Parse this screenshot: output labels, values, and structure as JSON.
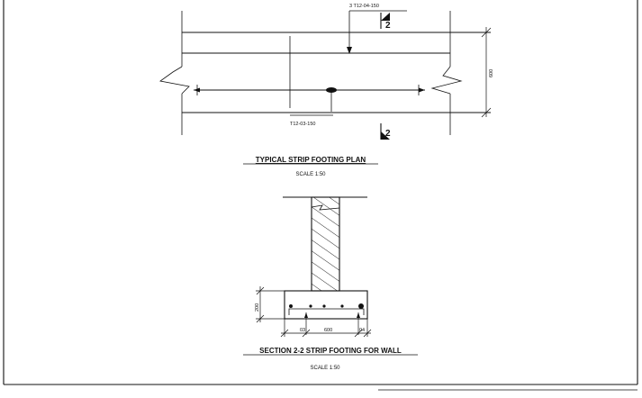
{
  "plan": {
    "top_bar_label": "3 T12-04-150",
    "bottom_bar_label": "T12-03-150",
    "width_dim": "600",
    "section_marker": "2",
    "title": "TYPICAL STRIP FOOTING PLAN",
    "scale": "SCALE 1:50"
  },
  "section": {
    "height_dim": "200",
    "width_dim": "600",
    "cover_left": "03",
    "cover_right": "04",
    "title": "SECTION 2-2 STRIP FOOTING FOR WALL",
    "scale": "SCALE 1:50"
  }
}
